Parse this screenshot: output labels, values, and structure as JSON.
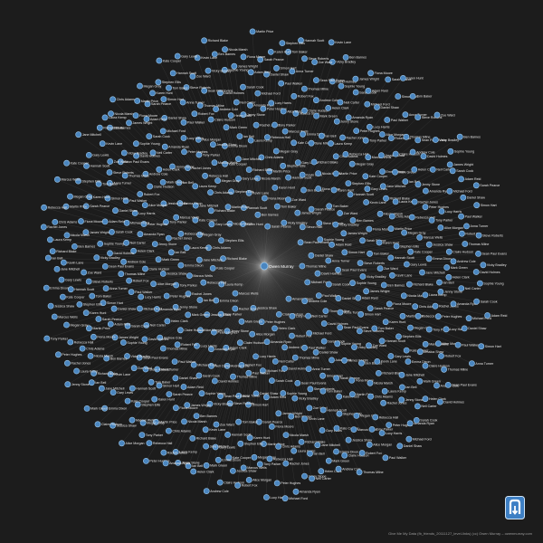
{
  "graph": {
    "center": {
      "name": "Owen Murray"
    },
    "colors": {
      "background": "#1c1c1c",
      "node_fill": "#4a86c0",
      "node_ring": "#9cc6e8",
      "edge": "#d9d9d9",
      "label": "#e6e6e6"
    },
    "visible_names": [
      "Thomas Milne",
      "Marcus Wells",
      "Sarah Pearce",
      "Amanda Ryan",
      "Richard Blake",
      "Sean Paul Evans",
      "Jessica Shaw",
      "Karen Hunt",
      "Michael Ford",
      "Laura Kemp",
      "Vicky Bradley",
      "Claire Hudson",
      "Stephen Ellis",
      "Daniel Shaw",
      "Rachel Jones",
      "Ben Barnes",
      "Andrew Cole",
      "Kate Cooper",
      "Simon Hart",
      "Peter Hughes",
      "Nicola Marsh",
      "David Holmes",
      "Emma Dixon",
      "Tom Baker",
      "Lucy Harris",
      "Chris Adams",
      "Sophie Young",
      "Mark Green",
      "Hannah Scott",
      "Paul Walker",
      "Rebecca Hall",
      "James Wright",
      "Helen Clark",
      "Gary Lewis",
      "Anna Turner",
      "Tony Parker",
      "Fiona Moore",
      "Neil Carter",
      "Jane Mitchell",
      "Steve Roberts",
      "Alice Morgan",
      "Martin Price",
      "Sarah Cook",
      "Ian Bell",
      "Zoe Ward",
      "Robert Fox",
      "Megan Gray",
      "Adam Reid",
      "Jenny Stone",
      "Kevin Lane"
    ]
  },
  "footer": {
    "text": "Give Me My Data (fb_friends_20111127_level-links) (cc) Owen Murray – owenmurray.com"
  },
  "logo": {
    "icon": "gmmd-logo-icon"
  }
}
